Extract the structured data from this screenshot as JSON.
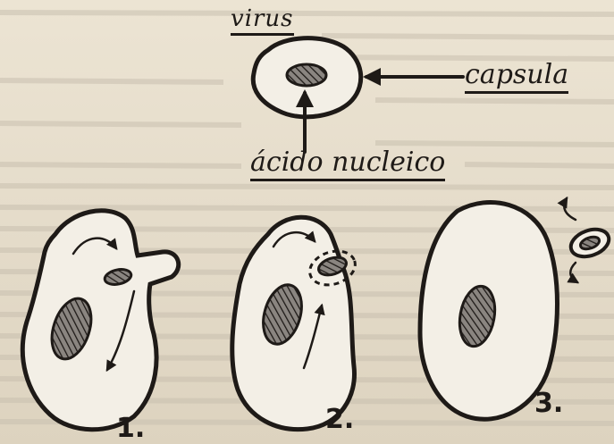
{
  "labels": {
    "virus": "virus",
    "capsule": "capsula",
    "nucleic_acid": "ácido nucleico"
  },
  "steps": [
    "1.",
    "2.",
    "3."
  ],
  "colors": {
    "paper": "#e7dfcf",
    "ink": "#1e1a17",
    "cell_fill": "#f3efe6"
  },
  "icons": {
    "arrow": "arrow-icon",
    "hatch": "hatched-fill"
  }
}
